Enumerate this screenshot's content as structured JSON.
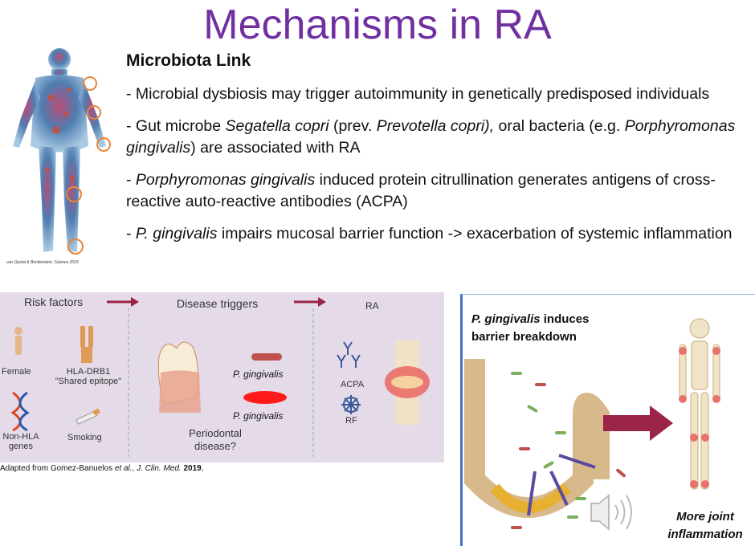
{
  "title": "Mechanisms in RA",
  "credit": "van Opstal & Bordenstein, Science 2015",
  "heading": "Microbiota Link",
  "bullets": [
    [
      {
        "t": "- Microbial dysbiosis may trigger  autoimmunity in genetically predisposed individuals",
        "i": false
      }
    ],
    [
      {
        "t": "- Gut microbe ",
        "i": false
      },
      {
        "t": "Segatella copri",
        "i": true
      },
      {
        "t": " (prev. ",
        "i": false
      },
      {
        "t": "Prevotella copri),",
        "i": true
      },
      {
        "t": " oral bacteria (e.g. ",
        "i": false
      },
      {
        "t": "Porphyromonas gingivalis",
        "i": true
      },
      {
        "t": ") are associated with RA",
        "i": false
      }
    ],
    [
      {
        "t": "- ",
        "i": false
      },
      {
        "t": "Porphyromonas gingivalis",
        "i": true
      },
      {
        "t": " induced protein citrullination generates antigens of cross-reactive auto-reactive antibodies (ACPA)",
        "i": false
      }
    ],
    [
      {
        "t": "- ",
        "i": false
      },
      {
        "t": "P. gingivalis",
        "i": true
      },
      {
        "t": " impairs mucosal barrier function -> exacerbation of systemic inflammation",
        "i": false
      }
    ]
  ],
  "left_panel": {
    "risk_factors": "Risk factors",
    "disease_triggers": "Disease triggers",
    "ra": "RA",
    "female": "Female",
    "hla": "HLA-DRB1",
    "shared_epitope": "\"Shared epitope\"",
    "non_hla": "Non-HLA",
    "genes": "genes",
    "smoking": "Smoking",
    "pg1": "P. gingivalis",
    "pg2": "P. gingivalis",
    "periodontal": "Periodontal",
    "disease_q": "disease?",
    "acpa": "ACPA",
    "rf": "RF"
  },
  "adapted": {
    "prefix": "Adapted from Gomez-Banuelos ",
    "etal": "et al.",
    "mid": ",  ",
    "journal": "J. Clin. Med.",
    "sp": " ",
    "year": "2019",
    "end": ","
  },
  "right_panel": {
    "title_italic": "P. gingivalis",
    "title_rest": " induces",
    "title_line2": "barrier breakdown",
    "foot1": "More joint",
    "foot2": "inflammation"
  },
  "colors": {
    "title": "#7030a0",
    "panel_bg": "#e5dbe8",
    "arrow": "#9b2448",
    "border": "#4472c4"
  }
}
